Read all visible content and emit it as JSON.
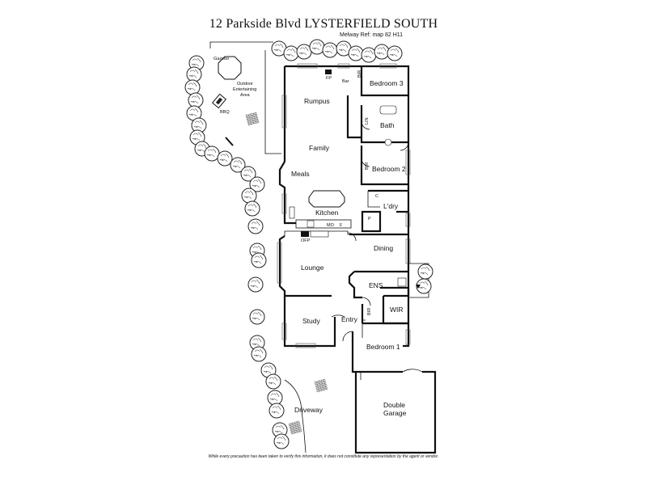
{
  "title": "12 Parkside Blvd LYSTERFIELD SOUTH",
  "melway_ref": "Melway Ref: map 82 H11",
  "disclaimer": "While every precaution has been taken to verify this information, it does not constitute any representation by the agent or vendor.",
  "rooms": {
    "gazebo": "Gazebo",
    "outdoor": [
      "Outdoor",
      "Entertaining",
      "Area"
    ],
    "bbq": "BBQ",
    "rumpus": "Rumpus",
    "family": "Family",
    "meals": "Meals",
    "kitchen": "Kitchen",
    "lounge": "Lounge",
    "study": "Study",
    "entry": "Entry",
    "dining": "Dining",
    "bedroom3": "Bedroom 3",
    "bath": "Bath",
    "bedroom2": "Bedroom 2",
    "ldry": "L'dry",
    "ens": "ENS",
    "wir": "WIR",
    "bedroom1": "Bedroom 1",
    "garage": [
      "Double",
      "Garage"
    ],
    "driveway": "Driveway"
  },
  "tags": {
    "fp": "FP",
    "bar": "Bar",
    "bir": "BIR",
    "lin": "LIN",
    "c": "C",
    "p": "P",
    "mo": "MO",
    "f": "F",
    "ofp": "OFP"
  }
}
